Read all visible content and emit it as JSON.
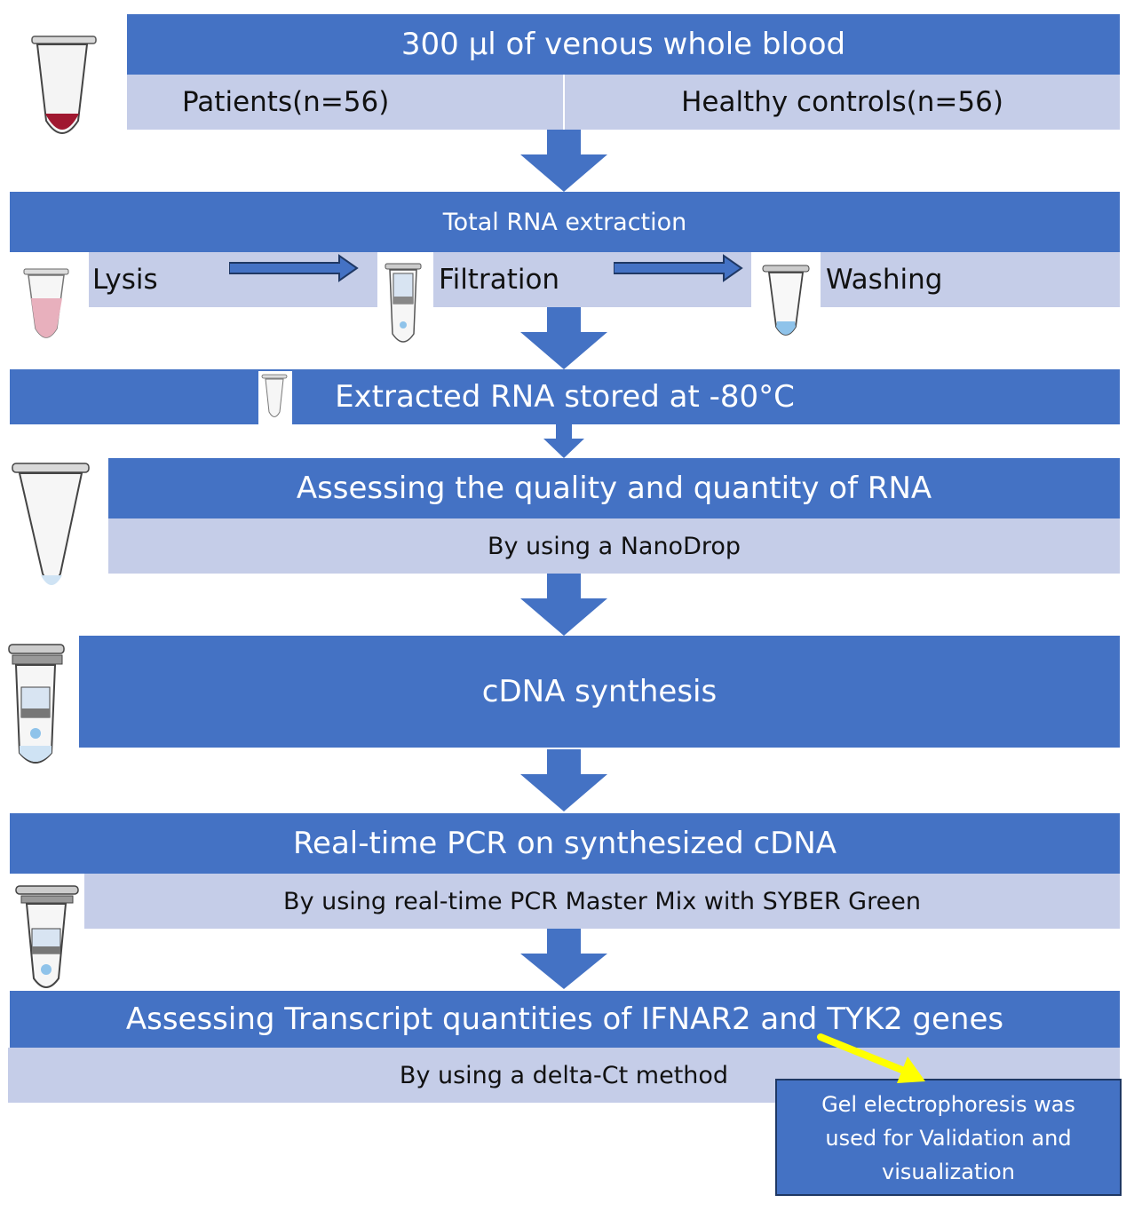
{
  "steps": {
    "blood": {
      "title": "300 µl of venous whole blood",
      "patients": "Patients(n=56)",
      "controls": "Healthy controls(n=56)"
    },
    "extraction": {
      "title": "Total RNA extraction",
      "lysis": "Lysis",
      "filtration": "Filtration",
      "washing": "Washing"
    },
    "storage": {
      "title": "Extracted RNA stored at -80°C"
    },
    "quality": {
      "title": "Assessing the quality and quantity of RNA",
      "method": "By using a NanoDrop"
    },
    "cdna": {
      "title": "cDNA synthesis"
    },
    "pcr": {
      "title": "Real-time PCR on synthesized cDNA",
      "method": "By using real-time PCR Master Mix with SYBER Green"
    },
    "transcript": {
      "title": "Assessing Transcript quantities of IFNAR2 and TYK2 genes",
      "method": "By using a delta-Ct method"
    },
    "gel_note": {
      "line1": "Gel electrophoresis was",
      "line2": "used for Validation and",
      "line3": "visualization"
    }
  },
  "colors": {
    "dark_box": "#4472c4",
    "light_box": "#c5cde8",
    "callout_arrow": "#ffff00",
    "blood": "#a01830"
  }
}
